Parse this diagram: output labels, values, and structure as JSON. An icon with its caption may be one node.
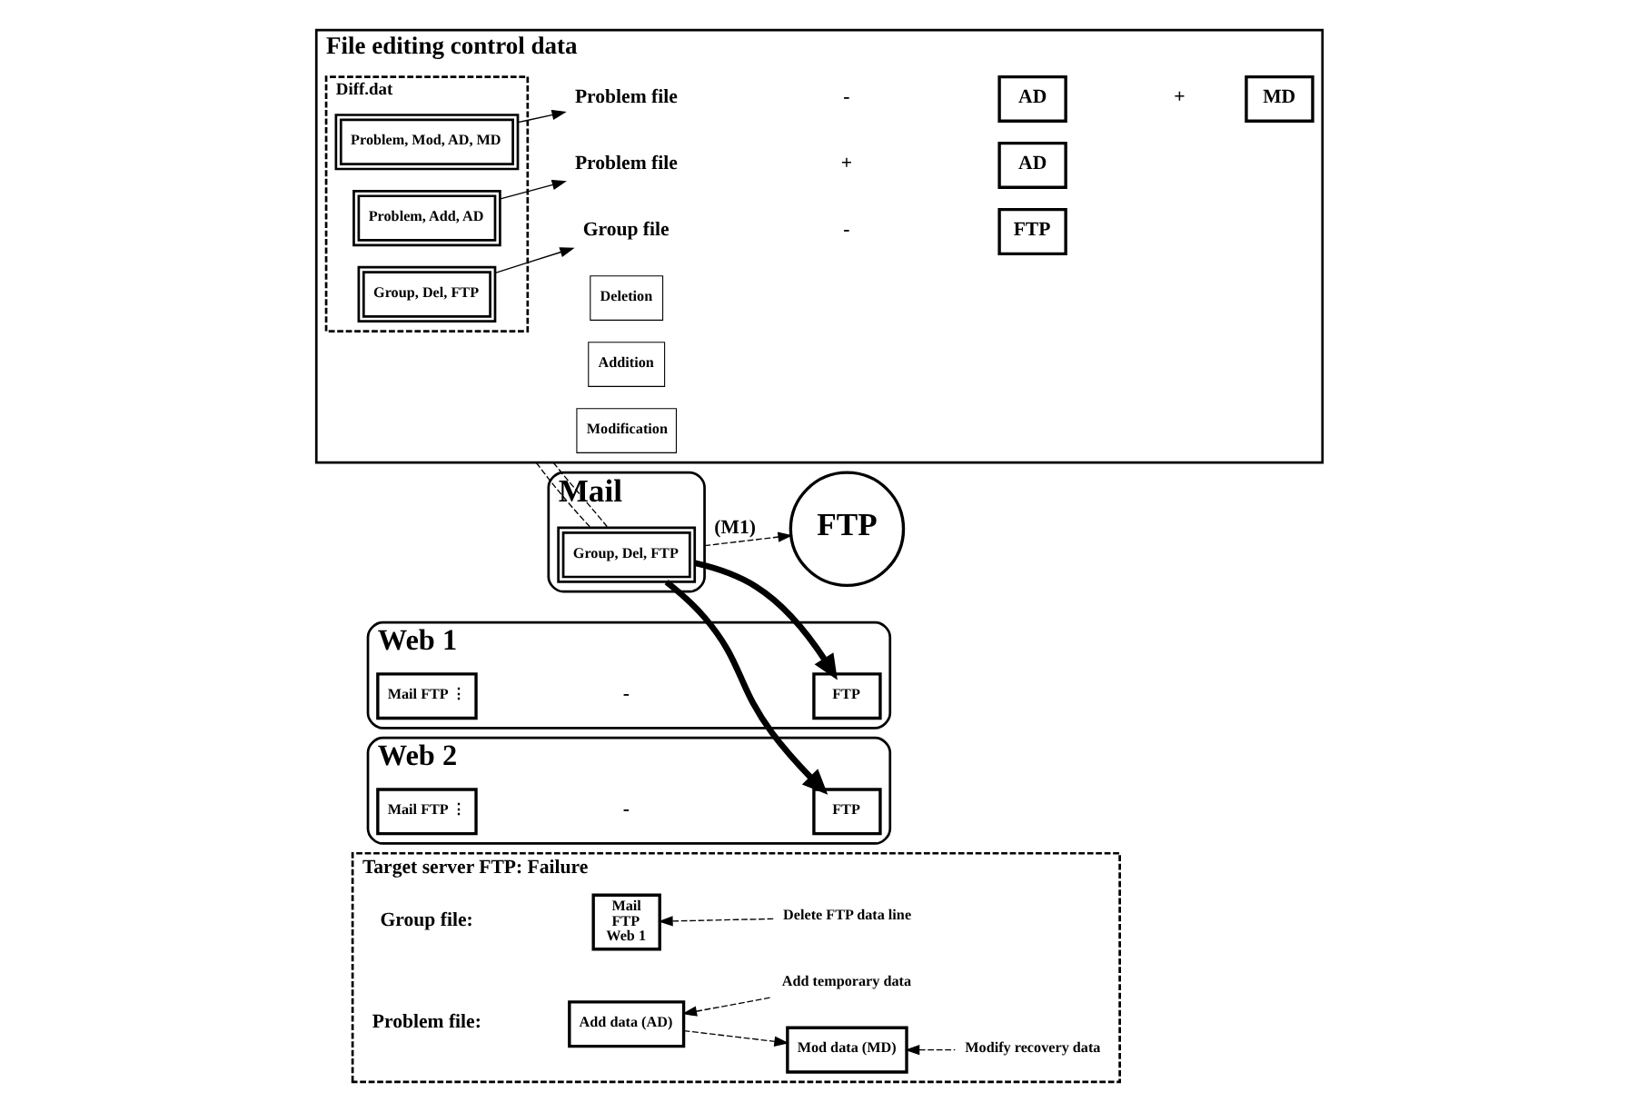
{
  "diagram": {
    "nodes": [
      {
        "text": [
          "Target server FTP: Failure"
        ]
      },
      {
        "text": [
          "Mail",
          "FTP",
          "Web 1"
        ],
        "in": 0
      },
      {
        "text": [
          "Delete FTP data line"
        ],
        "in": 0
      },
      {
        "text": [
          "Add data (AD)"
        ],
        "in": 0
      },
      {
        "text": [
          "Mod data (MD)"
        ],
        "in": 0
      },
      {
        "text": [
          "Add temporary data"
        ],
        "in": 0
      },
      {
        "text": [
          "Modify recovery data"
        ],
        "in": 0
      },
      {
        "text": [
          "File editing control data"
        ]
      },
      {
        "text": [
          "Diff.dat"
        ],
        "in": 7
      },
      {
        "text": [
          "Group, Del, FTP"
        ],
        "in": 8
      },
      {
        "text": [
          "Problem, Add, AD"
        ],
        "in": 8
      },
      {
        "text": [
          "Problem, Mod, AD, MD"
        ],
        "in": 8
      },
      {
        "text": [
          "Deletion"
        ],
        "in": 7
      },
      {
        "text": [
          "Group file"
        ],
        "in": 7
      },
      {
        "text": [
          "FTP"
        ],
        "in": 7
      },
      {
        "text": [
          "Addition"
        ],
        "in": 7
      },
      {
        "text": [
          "Problem file"
        ],
        "in": 7
      },
      {
        "text": [
          "AD"
        ],
        "in": 7
      },
      {
        "text": [
          "Modification"
        ],
        "in": 7
      },
      {
        "text": [
          "Problem file"
        ],
        "in": 7
      },
      {
        "text": [
          "AD"
        ],
        "in": 7
      },
      {
        "text": [
          "MD"
        ],
        "in": 7
      },
      {
        "text": [
          "Mail"
        ]
      },
      {
        "text": [
          "Group, Del, FTP"
        ],
        "in": 22
      },
      {
        "text": [
          "FTP"
        ]
      },
      {
        "text": [
          "Web 1"
        ]
      },
      {
        "text": [
          "Mail FTP ⋮"
        ],
        "in": 25
      },
      {
        "text": [
          "FTP"
        ],
        "in": 25
      },
      {
        "text": [
          "Web 2"
        ]
      },
      {
        "text": [
          "Mail FTP ⋮"
        ],
        "in": 28
      },
      {
        "text": [
          "FTP"
        ],
        "in": 28
      }
    ],
    "edges": [
      {
        "from": 2,
        "to": 1,
        "arrow": "to",
        "style": "dashed"
      },
      {
        "from": 3,
        "to": 4,
        "arrow": "to",
        "style": "dashed"
      },
      {
        "from": 5,
        "to": 3,
        "arrow": "to",
        "style": "dashed"
      },
      {
        "from": 6,
        "to": 4,
        "arrow": "to",
        "style": "dashed"
      },
      {
        "from": 9,
        "to": 13,
        "arrow": "to"
      },
      {
        "from": 10,
        "to": 16,
        "arrow": "to"
      },
      {
        "from": 11,
        "to": 19,
        "arrow": "to"
      },
      {
        "from": 22,
        "to": 24,
        "arrow": "to",
        "style": "dashed",
        "label": "(M1)"
      },
      {
        "from": 23,
        "to": 27,
        "arrow": "to",
        "style": "thick"
      },
      {
        "from": 23,
        "to": 30,
        "arrow": "to",
        "style": "thick"
      },
      {
        "from": 23,
        "to": 7,
        "arrow": "none",
        "style": "dashed"
      },
      {
        "from": 23,
        "to": 7,
        "arrow": "none",
        "style": "dashed"
      }
    ],
    "labels": [
      "Group file:",
      "Problem file:",
      "-",
      "+",
      "-",
      "+",
      "-",
      "-"
    ]
  }
}
